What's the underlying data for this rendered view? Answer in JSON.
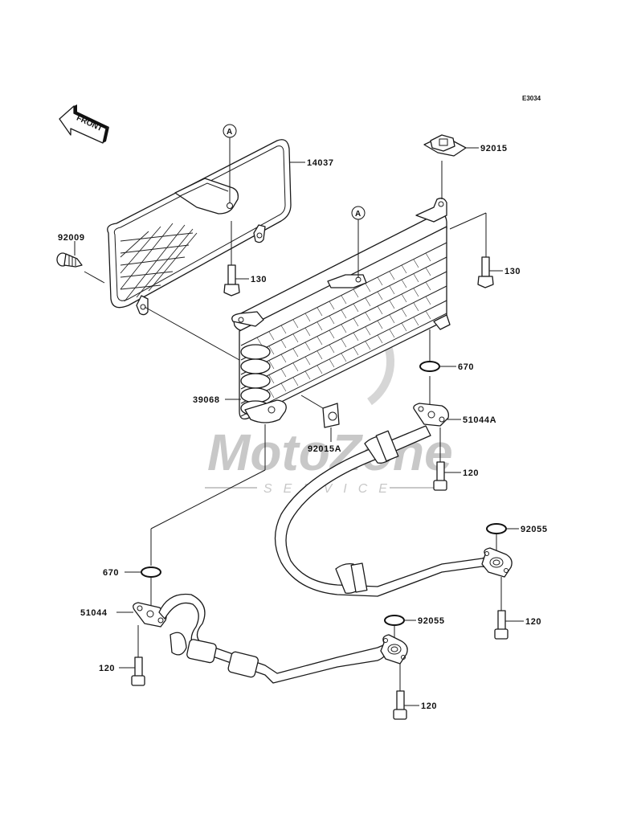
{
  "diagram": {
    "code": "E3034",
    "front_arrow": "FRONT",
    "reference_mark": "A",
    "watermark": {
      "brand": "MotoZone",
      "sub": "SERVICE"
    },
    "callouts": {
      "bracket_14037": "14037",
      "screw_92009": "92009",
      "bolt_130_left": "130",
      "bolt_130_right": "130",
      "clip_92015": "92015",
      "oil_cooler_39068": "39068",
      "nut_92015A": "92015A",
      "oring_670_upper": "670",
      "pipe_51044A": "51044A",
      "bolt_120_upper": "120",
      "oring_92055_right": "92055",
      "bolt_120_right": "120",
      "oring_670_lower": "670",
      "pipe_51044": "51044",
      "bolt_120_left": "120",
      "oring_92055_lower": "92055",
      "bolt_120_lower": "120"
    }
  }
}
